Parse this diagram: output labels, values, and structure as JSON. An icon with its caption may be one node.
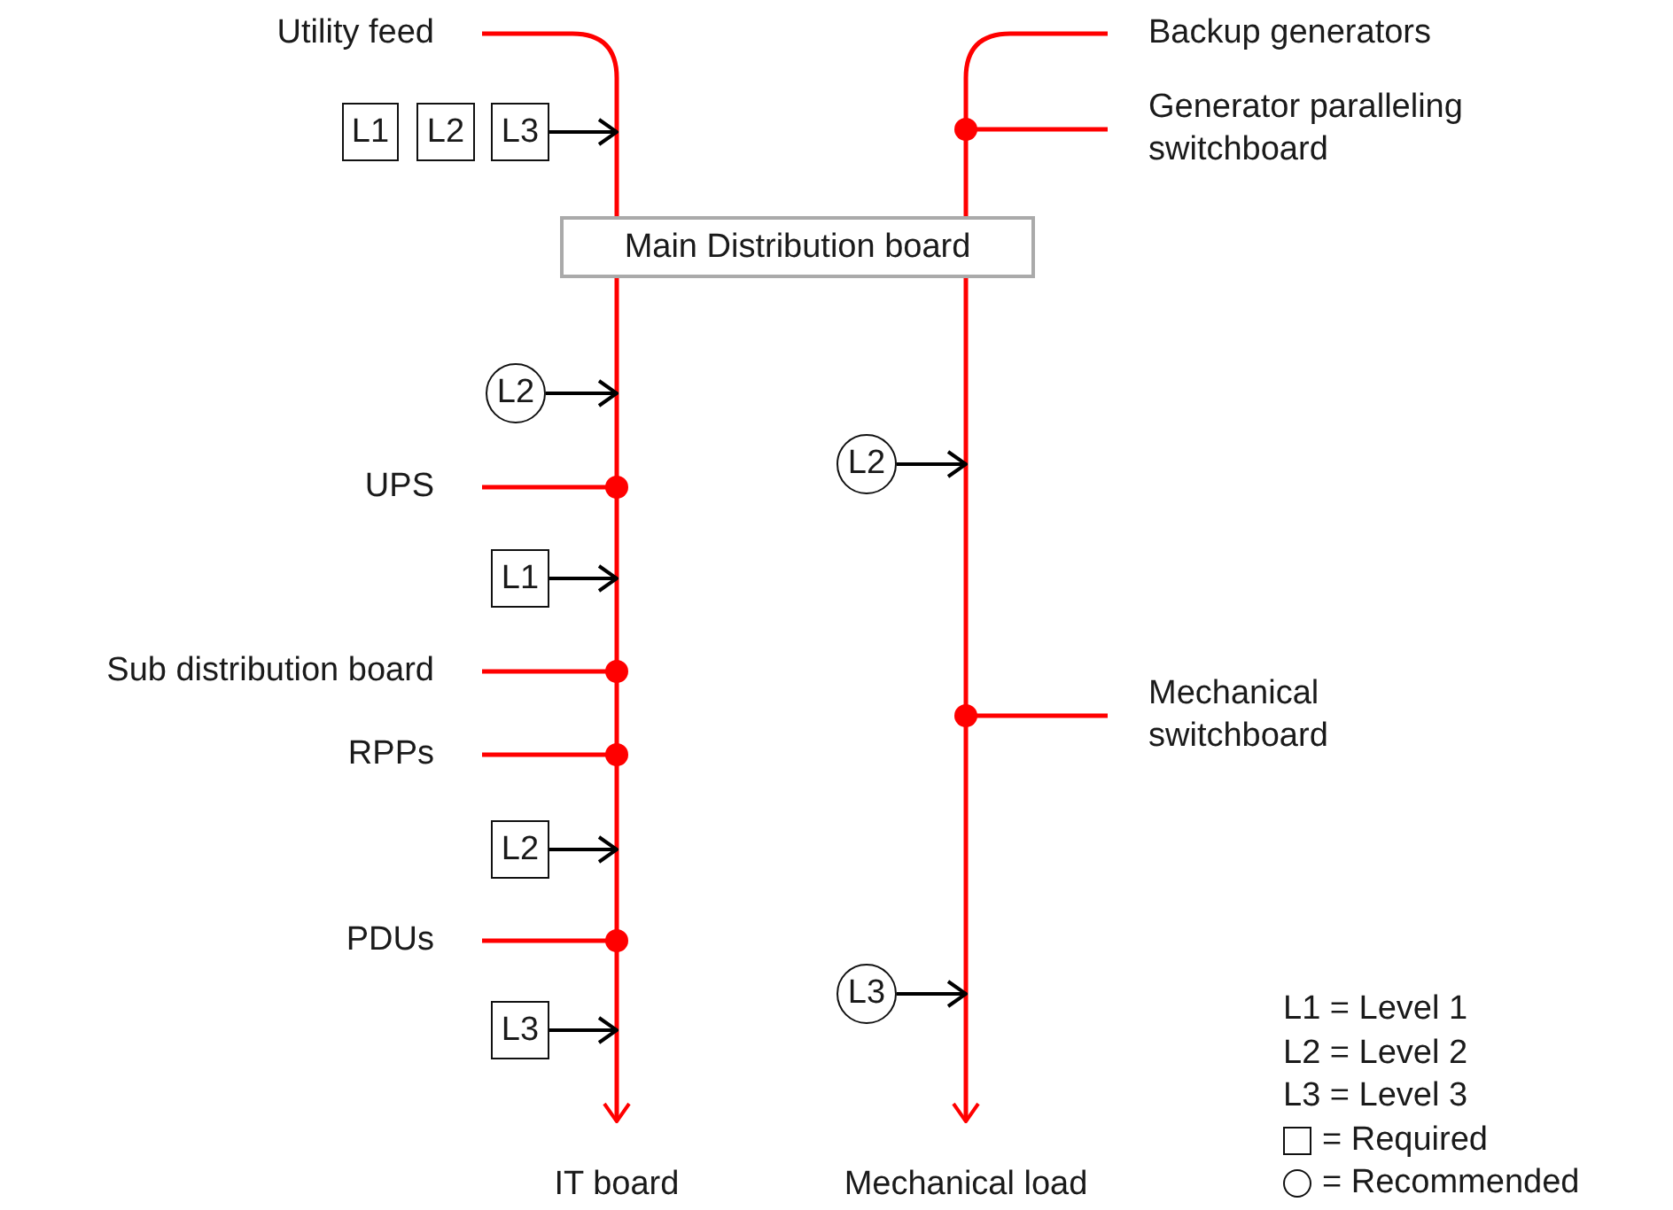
{
  "diagram": {
    "nodes": [
      {
        "text": [
          "Utility feed"
        ]
      },
      {
        "text": [
          "Backup generators"
        ]
      },
      {
        "text": [
          "L1"
        ]
      },
      {
        "text": [
          "L2"
        ]
      },
      {
        "text": [
          "L3"
        ]
      },
      {
        "text": [
          "Generator paralleling switchboard"
        ]
      },
      {
        "text": [
          "Main Distribution board"
        ]
      },
      {
        "text": [
          "L2"
        ]
      },
      {
        "text": [
          "UPS"
        ]
      },
      {
        "text": [
          "L2"
        ]
      },
      {
        "text": [
          "L1"
        ]
      },
      {
        "text": [
          "Sub distribution board"
        ]
      },
      {
        "text": [
          "Mechanical switchboard"
        ]
      },
      {
        "text": [
          "RPPs"
        ]
      },
      {
        "text": [
          "L2"
        ]
      },
      {
        "text": [
          "PDUs"
        ]
      },
      {
        "text": [
          "L3"
        ]
      },
      {
        "text": [
          "L3"
        ]
      },
      {
        "text": [
          "IT board"
        ]
      },
      {
        "text": [
          "Mechanical load"
        ]
      }
    ],
    "edges": [
      {
        "from": 0,
        "to": 6,
        "arrow": "none"
      },
      {
        "from": 6,
        "to": 18,
        "arrow": "to"
      },
      {
        "from": 1,
        "to": 6,
        "arrow": "none"
      },
      {
        "from": 6,
        "to": 19,
        "arrow": "to"
      },
      {
        "from": 5,
        "to": null,
        "arrow": "other"
      },
      {
        "from": 8,
        "to": null,
        "arrow": "other"
      },
      {
        "from": 11,
        "to": null,
        "arrow": "other"
      },
      {
        "from": 12,
        "to": null,
        "arrow": "other"
      },
      {
        "from": 13,
        "to": null,
        "arrow": "other"
      },
      {
        "from": 15,
        "to": null,
        "arrow": "other"
      },
      {
        "from": 4,
        "to": null,
        "arrow": "to",
        "color": "#000000"
      },
      {
        "from": 7,
        "to": null,
        "arrow": "to",
        "color": "#000000"
      },
      {
        "from": 9,
        "to": null,
        "arrow": "to",
        "color": "#000000"
      },
      {
        "from": 10,
        "to": null,
        "arrow": "to",
        "color": "#000000"
      },
      {
        "from": 14,
        "to": null,
        "arrow": "to",
        "color": "#000000"
      },
      {
        "from": 16,
        "to": null,
        "arrow": "to",
        "color": "#000000"
      },
      {
        "from": 17,
        "to": null,
        "arrow": "to",
        "color": "#000000"
      }
    ],
    "labels": [
      "L1 = Level 1",
      "L2 = Level 2",
      "L3 = Level 3"
    ],
    "legend": [
      {
        "text": "= Required"
      },
      {
        "text": "= Recommended"
      }
    ]
  }
}
